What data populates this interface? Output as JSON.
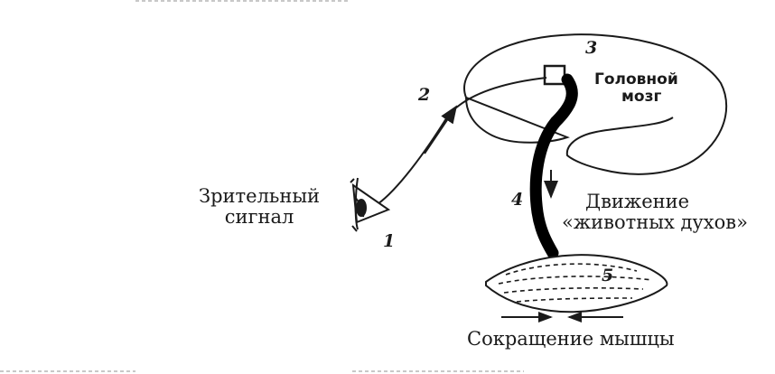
{
  "diagram": {
    "labels": {
      "visual_signal": "Зрительный сигнал",
      "brain": "Головной мозг",
      "movement": "Движение «животных духов»",
      "contraction": "Сокращение мышцы"
    },
    "numbers": [
      "1",
      "2",
      "3",
      "4",
      "5"
    ],
    "colors": {
      "ink": "#1a1a1a",
      "background": "#ffffff"
    }
  }
}
